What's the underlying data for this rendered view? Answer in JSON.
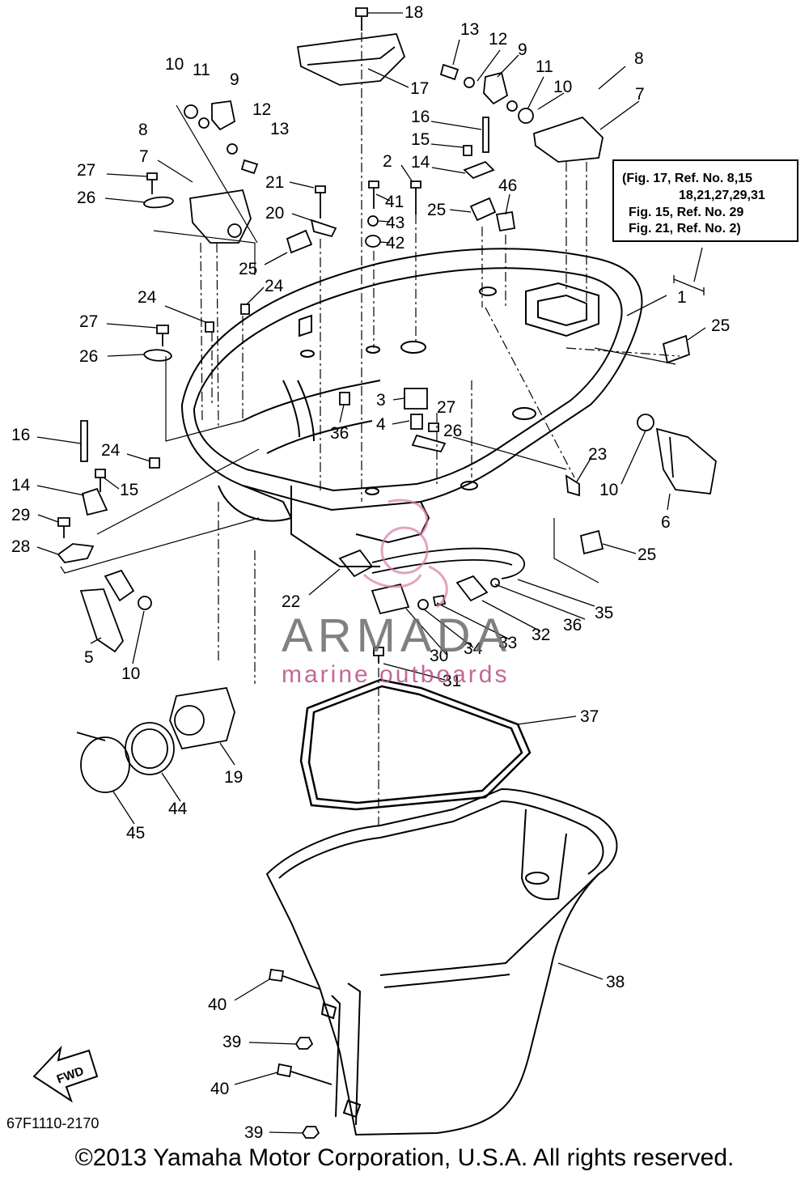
{
  "reference_note": {
    "line1": "(Fig. 17, Ref. No. 8,15",
    "line2": "18,21,27,29,31",
    "line3": "Fig. 15, Ref. No. 29",
    "line4": "Fig. 21, Ref. No. 2)"
  },
  "part_code": "67F1110-2170",
  "copyright": "©2013 Yamaha Motor Corporation, U.S.A. All rights reserved.",
  "watermark": {
    "name": "ARMADA",
    "subtitle": "marine outboards"
  },
  "fwd_label": "FWD",
  "callouts": {
    "c18": "18",
    "c17": "17",
    "c13a": "13",
    "c12a": "12",
    "c9a": "9",
    "c8a": "8",
    "c11a": "11",
    "c10a": "10",
    "c7a": "7",
    "c16a": "16",
    "c15a": "15",
    "c14a": "14",
    "c2": "2",
    "c41": "41",
    "c43": "43",
    "c42": "42",
    "c25a": "25",
    "c46": "46",
    "c10b": "10",
    "c11b": "11",
    "c9b": "9",
    "c12b": "12",
    "c13b": "13",
    "c8b": "8",
    "c7b": "7",
    "c27a": "27",
    "c26a": "26",
    "c21": "21",
    "c20": "20",
    "c25b": "25",
    "c24a": "24",
    "c24b": "24",
    "c27b": "27",
    "c26b": "26",
    "c1": "1",
    "c25c": "25",
    "c3": "3",
    "c27c": "27",
    "c4": "4",
    "c26c": "26",
    "c36a": "36",
    "c16b": "16",
    "c24c": "24",
    "c15b": "15",
    "c14b": "14",
    "c29": "29",
    "c28": "28",
    "c23": "23",
    "c10c": "10",
    "c6": "6",
    "c25d": "25",
    "c22": "22",
    "c35": "35",
    "c36b": "36",
    "c32": "32",
    "c33": "33",
    "c34": "34",
    "c30": "30",
    "c31": "31",
    "c5": "5",
    "c10d": "10",
    "c37": "37",
    "c19": "19",
    "c44": "44",
    "c45": "45",
    "c38": "38",
    "c40a": "40",
    "c39a": "39",
    "c40b": "40",
    "c39b": "39"
  }
}
